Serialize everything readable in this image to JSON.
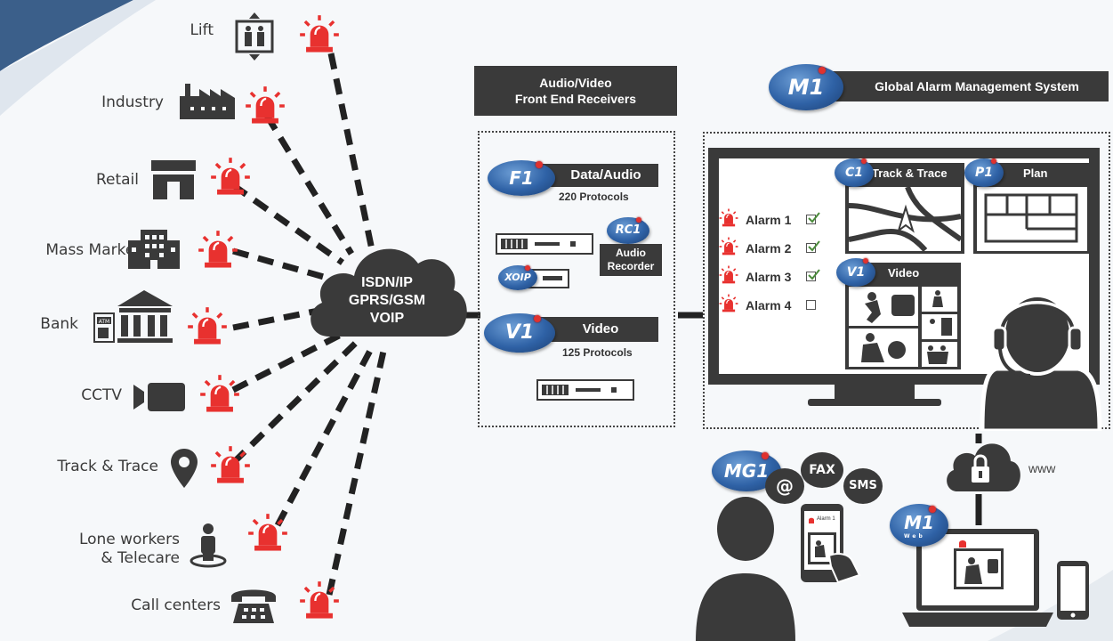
{
  "sources": [
    {
      "label": "Lift",
      "icon": "elevator-icon"
    },
    {
      "label": "Industry",
      "icon": "factory-icon"
    },
    {
      "label": "Retail",
      "icon": "store-icon"
    },
    {
      "label": "Mass Market",
      "icon": "apartment-building-icon"
    },
    {
      "label": "Bank",
      "icon": "bank-icon"
    },
    {
      "label": "CCTV",
      "icon": "video-camera-icon"
    },
    {
      "label": "Track & Trace",
      "icon": "location-pin-icon"
    },
    {
      "label_line1": "Lone workers",
      "label_line2": "& Telecare",
      "icon": "lone-worker-icon"
    },
    {
      "label": "Call centers",
      "icon": "telephone-icon"
    }
  ],
  "cloud": {
    "line1": "ISDN/IP",
    "line2": "GPRS/GSM",
    "line3": "VOIP"
  },
  "receivers": {
    "title_line1": "Audio/Video",
    "title_line2": "Front End Receivers",
    "f1": {
      "badge": "F1",
      "label": "Data/Audio",
      "sub": "220 Protocols"
    },
    "rc1": {
      "badge": "RC1",
      "label_line1": "Audio",
      "label_line2": "Recorder"
    },
    "xoip": {
      "badge": "XOIP"
    },
    "v1": {
      "badge": "V1",
      "label": "Video",
      "sub": "125 Protocols"
    }
  },
  "management": {
    "badge": "M1",
    "title": "Global Alarm Management System",
    "alarms": [
      {
        "label": "Alarm 1",
        "checked": true
      },
      {
        "label": "Alarm 2",
        "checked": true
      },
      {
        "label": "Alarm 3",
        "checked": true
      },
      {
        "label": "Alarm 4",
        "checked": false
      }
    ],
    "c1": {
      "badge": "C1",
      "label": "Track & Trace"
    },
    "p1": {
      "badge": "P1",
      "label": "Plan"
    },
    "v1": {
      "badge": "V1",
      "label": "Video"
    }
  },
  "notify": {
    "badge": "MG1",
    "email": "@",
    "fax": "FAX",
    "sms": "SMS",
    "phone_alarm": "Alarm 1"
  },
  "web": {
    "badge": "M1",
    "badge_sub": "Web",
    "label": "www"
  },
  "colors": {
    "alarm": "#e8312f",
    "dark": "#3a3a3a",
    "badge": "#2f62a6"
  }
}
